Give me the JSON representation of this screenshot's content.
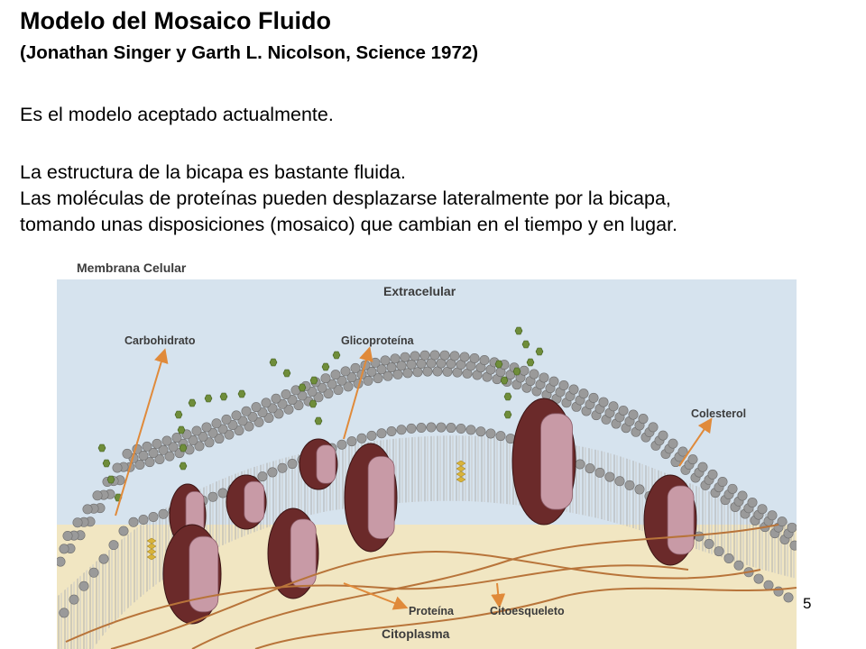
{
  "slide": {
    "title": "Modelo del Mosaico Fluido",
    "subtitle": "(Jonathan Singer y Garth L. Nicolson, Science 1972)",
    "paragraph1": "Es el modelo aceptado actualmente.",
    "paragraph2_lines": [
      "La estructura de la bicapa es bastante fluida.",
      "Las moléculas de proteínas pueden desplazarse lateralmente por la bicapa,",
      "tomando unas disposiciones (mosaico) que cambian en el tiempo y en lugar."
    ],
    "page_number": "5"
  },
  "figure": {
    "heading": "Membrana Celular",
    "labels": {
      "extracelular": "Extracelular",
      "carbohidrato": "Carbohidrato",
      "glicoproteina": "Glicoproteína",
      "colesterol": "Colesterol",
      "proteina": "Proteína",
      "citoesqueleto": "Citoesqueleto",
      "citoplasma": "Citoplasma"
    },
    "colors": {
      "extracellular_bg": "#d6e3ee",
      "cytoplasm_bg": "#f1e6c2",
      "phospholipid_head": "#9a9a9a",
      "protein": "#6b2a2a",
      "protein_channel": "#c89aa6",
      "carbohydrate": "#6f8d3a",
      "cholesterol": "#d9b43a",
      "arrow": "#e08a3a",
      "cytoskeleton": "#b8743a"
    }
  }
}
